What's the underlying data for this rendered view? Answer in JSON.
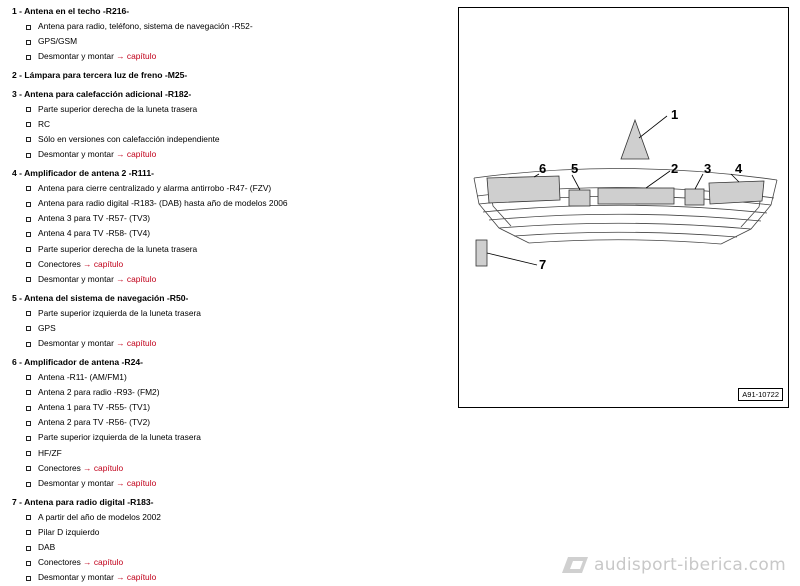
{
  "items": [
    {
      "title": "1 - Antena en el techo -R216-",
      "subs": [
        {
          "text": "Antena para radio, teléfono, sistema de navegación -R52-"
        },
        {
          "text": "GPS/GSM"
        },
        {
          "text": "Desmontar y montar",
          "link": "→ capítulo"
        }
      ]
    },
    {
      "title": "2 - Lámpara para tercera luz de freno -M25-",
      "subs": []
    },
    {
      "title": "3 - Antena para calefacción adicional -R182-",
      "subs": [
        {
          "text": "Parte superior derecha de la luneta trasera"
        },
        {
          "text": "RC"
        },
        {
          "text": "Sólo en versiones con calefacción independiente"
        },
        {
          "text": "Desmontar y montar",
          "link": "→ capítulo"
        }
      ]
    },
    {
      "title": "4 - Amplificador de antena 2 -R111-",
      "subs": [
        {
          "text": "Antena para cierre centralizado y alarma antirrobo -R47- (FZV)"
        },
        {
          "text": "Antena para radio digital -R183- (DAB) hasta año de modelos 2006"
        },
        {
          "text": "Antena 3 para TV -R57- (TV3)"
        },
        {
          "text": "Antena 4 para TV -R58- (TV4)"
        },
        {
          "text": "Parte superior derecha de la luneta trasera"
        },
        {
          "text": "Conectores",
          "link": "→ capítulo"
        },
        {
          "text": "Desmontar y montar",
          "link": "→ capítulo"
        }
      ]
    },
    {
      "title": "5 - Antena del sistema de navegación -R50-",
      "subs": [
        {
          "text": "Parte superior izquierda de la luneta trasera"
        },
        {
          "text": "GPS"
        },
        {
          "text": "Desmontar y montar",
          "link": "→ capítulo"
        }
      ]
    },
    {
      "title": "6 - Amplificador de antena -R24-",
      "subs": [
        {
          "text": "Antena -R11- (AM/FM1)"
        },
        {
          "text": "Antena 2 para radio -R93- (FM2)"
        },
        {
          "text": "Antena 1 para TV -R55- (TV1)"
        },
        {
          "text": "Antena 2 para TV -R56- (TV2)"
        },
        {
          "text": "Parte superior izquierda de la luneta trasera"
        },
        {
          "text": "HF/ZF"
        },
        {
          "text": "Conectores",
          "link": "→ capítulo"
        },
        {
          "text": "Desmontar y montar",
          "link": "→ capítulo"
        }
      ]
    },
    {
      "title": "7 - Antena para radio digital -R183-",
      "subs": [
        {
          "text": "A partir del año de modelos 2002"
        },
        {
          "text": "Pilar D izquierdo"
        },
        {
          "text": "DAB"
        },
        {
          "text": "Conectores",
          "link": "→ capítulo"
        },
        {
          "text": "Desmontar y montar",
          "link": "→ capítulo"
        }
      ]
    }
  ],
  "figure": {
    "callouts": [
      "1",
      "2",
      "3",
      "4",
      "5",
      "6",
      "7"
    ],
    "code": "A91-10722"
  },
  "watermark": "audisport-iberica.com"
}
